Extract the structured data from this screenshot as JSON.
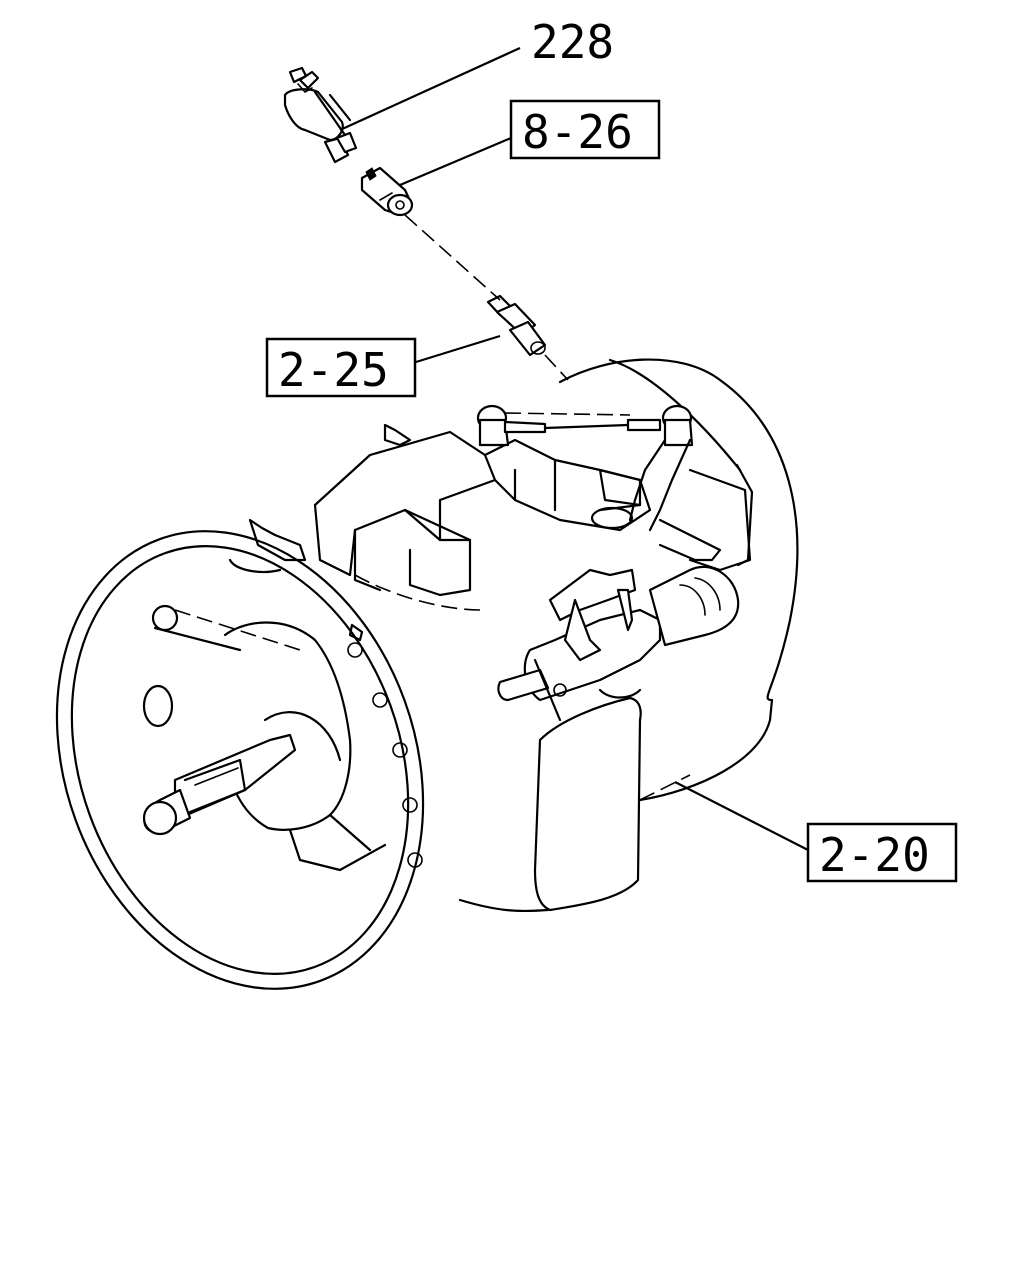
{
  "callouts": {
    "part_228": "228",
    "ref_8_26": "8-26",
    "ref_2_25": "2-25",
    "ref_2_20": "2-20"
  }
}
